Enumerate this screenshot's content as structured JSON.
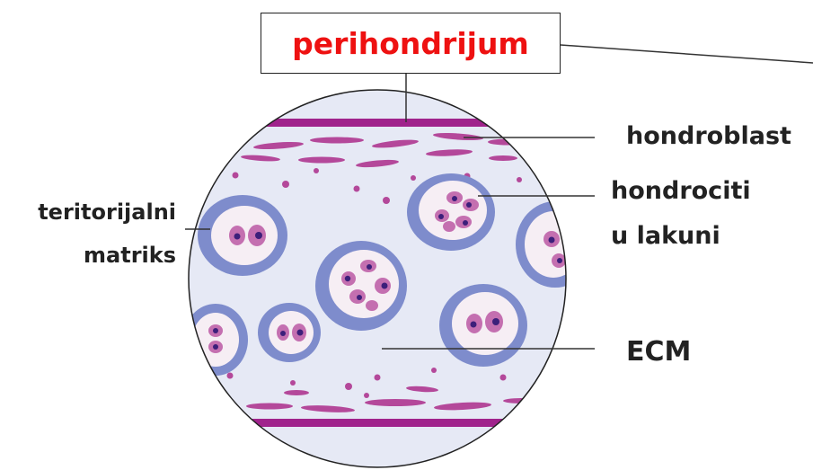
{
  "title": "perihondrijum",
  "labels": {
    "hondroblast": "hondroblast",
    "hondrociti_line1": "hondrociti",
    "hondrociti_line2": "u lakuni",
    "teritorijalni_line1": "teritorijalni",
    "teritorijalni_line2": "matriks",
    "ecm": "ECM"
  },
  "colors": {
    "title_text": "#ee1111",
    "matrix_background": "#e6e9f5",
    "perichondrium_band": "#a0238c",
    "territorial_matrix_ring": "#7e8ccc",
    "lacuna_fill": "#f6eef4",
    "chondrocyte_cell": "#c46fb0",
    "nucleus": "#3c1f7a",
    "fibroblast": "#b4489a"
  }
}
